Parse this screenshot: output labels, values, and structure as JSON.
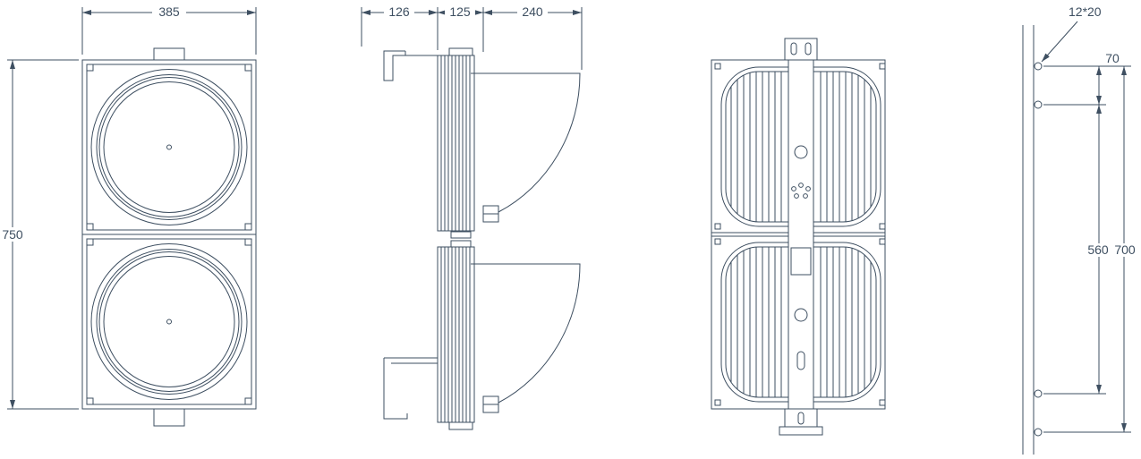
{
  "colors": {
    "line": "#3e4f61",
    "background": "#ffffff"
  },
  "views": {
    "front": {
      "width_label": "385",
      "height_label": "750"
    },
    "side": {
      "bracket_offset_label": "126",
      "body_depth_label": "125",
      "visor_length_label": "240"
    },
    "mounting": {
      "slot_size_label": "12*20",
      "top_hole_spacing_label": "70",
      "middle_hole_spacing_label": "560",
      "overall_hole_spacing_label": "700"
    }
  }
}
